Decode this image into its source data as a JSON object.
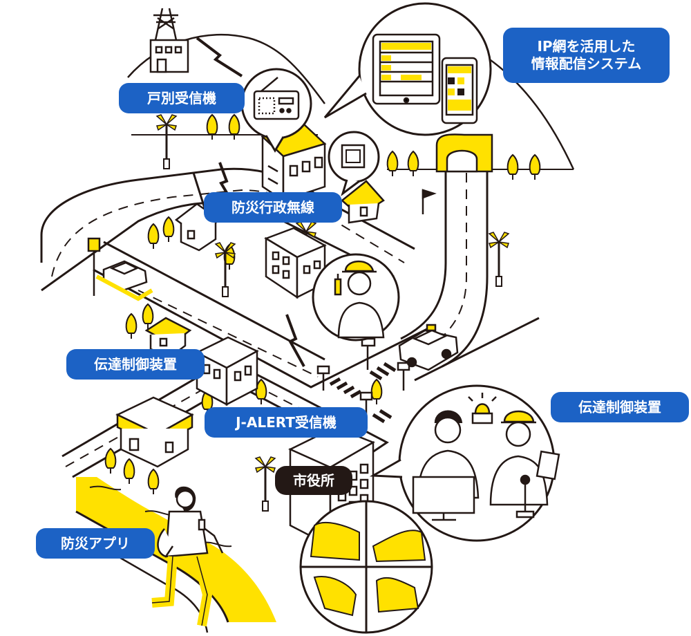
{
  "colors": {
    "label_blue": "#1c62c5",
    "label_dark": "#231815",
    "accent_yellow": "#ffe100",
    "ink": "#231815",
    "paper": "#ffffff"
  },
  "labels": {
    "household_receiver": "戸別受信機",
    "ip_system_line1": "IP網を活用した",
    "ip_system_line2": "情報配信システム",
    "disaster_radio": "防災行政無線",
    "transmission_control_left": "伝達制御装置",
    "transmission_control_right": "伝達制御装置",
    "jalert_receiver": "J-ALERT受信機",
    "city_hall": "市役所",
    "disaster_app": "防災アプリ"
  },
  "icons": [
    "radio-tower-icon",
    "lightning-icon",
    "radio-receiver-icon",
    "tablet-icon",
    "smartphone-icon",
    "speaker-pole-icon",
    "flag-icon",
    "car-icon",
    "worker-icon",
    "operator-icon",
    "siren-light-icon",
    "microphone-icon",
    "monitor-icon",
    "person-walking-icon"
  ]
}
